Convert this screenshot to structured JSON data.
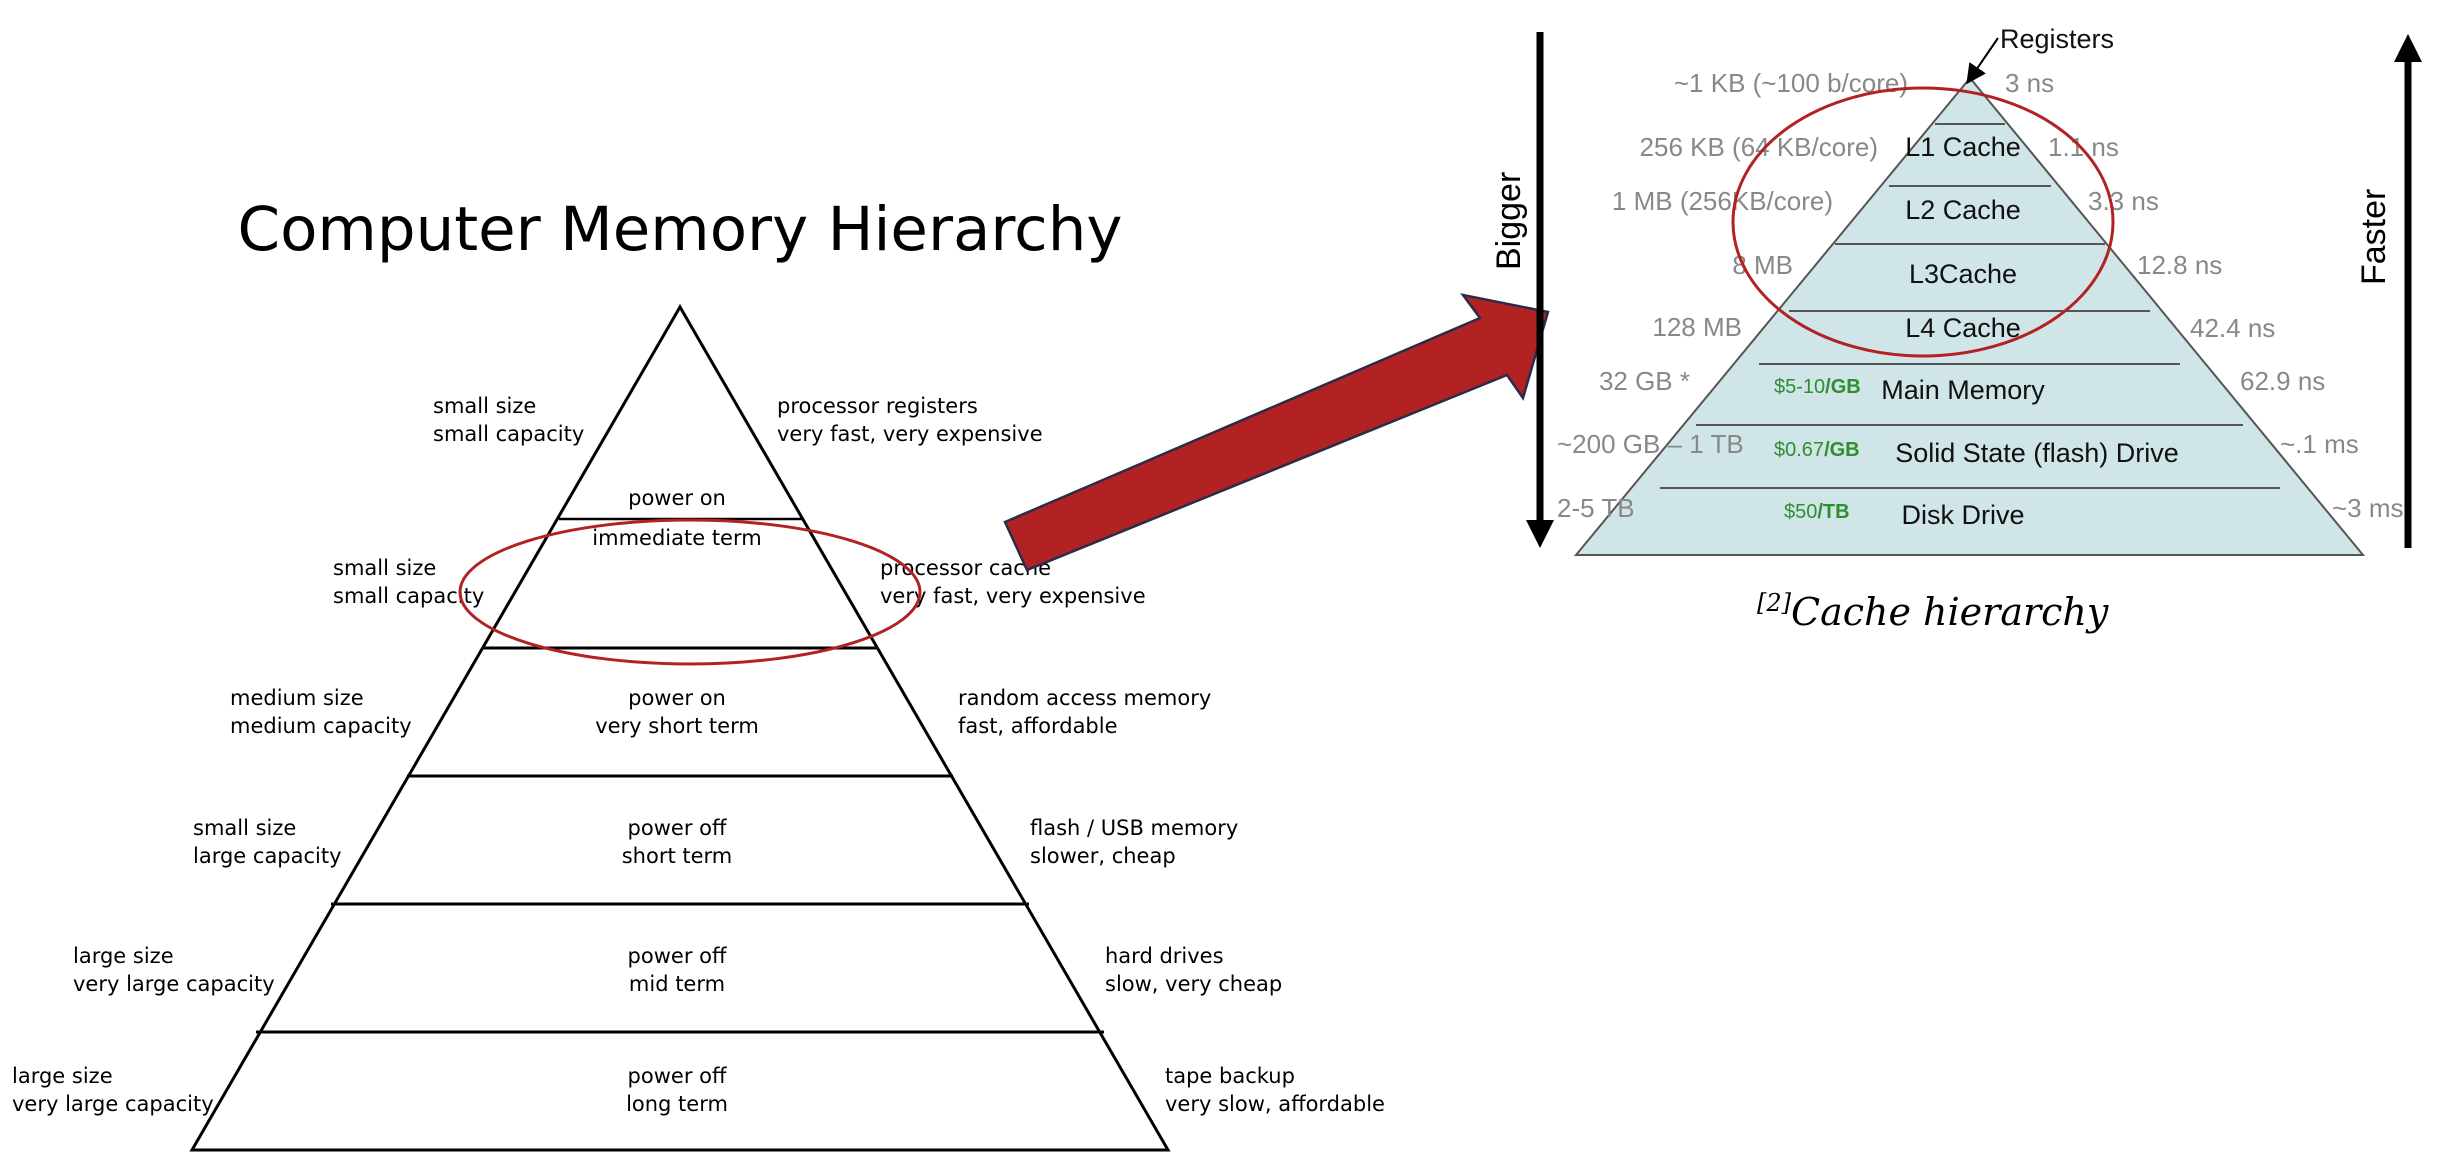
{
  "left_diagram": {
    "title": "Computer Memory Hierarchy",
    "top_left": [
      "small size",
      "small capacity"
    ],
    "top_right": [
      "processor registers",
      "very fast, very expensive"
    ],
    "tiers": [
      {
        "center": [
          "power on",
          "immediate term"
        ],
        "left": [
          "small size",
          "small capacity"
        ],
        "right": [
          "processor cache",
          "very fast, very expensive"
        ]
      },
      {
        "center": [
          "power on",
          "very short term"
        ],
        "left": [
          "medium size",
          "medium capacity"
        ],
        "right": [
          "random access memory",
          "fast, affordable"
        ]
      },
      {
        "center": [
          "power off",
          "short term"
        ],
        "left": [
          "small size",
          "large capacity"
        ],
        "right": [
          "flash / USB memory",
          "slower, cheap"
        ]
      },
      {
        "center": [
          "power off",
          "mid term"
        ],
        "left": [
          "large size",
          "very large capacity"
        ],
        "right": [
          "hard drives",
          "slow, very cheap"
        ]
      },
      {
        "center": [
          "power off",
          "long term"
        ],
        "left": [
          "large size",
          "very large capacity"
        ],
        "right": [
          "tape backup",
          "very slow, affordable"
        ]
      }
    ],
    "highlight_color": "#b22222"
  },
  "right_diagram": {
    "apex_label": "Registers",
    "left_axis_label": "Bigger",
    "right_axis_label": "Faster",
    "rows": [
      {
        "size": "~1 KB (~100 b/core)",
        "name": "",
        "price": "",
        "latency": "3 ns"
      },
      {
        "size": "256 KB (64 KB/core)",
        "name": "L1 Cache",
        "price": "",
        "latency": "1.1 ns"
      },
      {
        "size": "1 MB (256KB/core)",
        "name": "L2 Cache",
        "price": "",
        "latency": "3.3 ns"
      },
      {
        "size": "8 MB",
        "name": "L3Cache",
        "price": "",
        "latency": "12.8 ns"
      },
      {
        "size": "128 MB",
        "name": "L4 Cache",
        "price": "",
        "latency": "42.4 ns"
      },
      {
        "size": "32 GB *",
        "name": "Main Memory",
        "price_amount": "$5-10",
        "price_unit": "/GB",
        "latency": "62.9 ns"
      },
      {
        "size": "~200 GB – 1 TB",
        "name": "Solid State (flash) Drive",
        "price_amount": "$0.67",
        "price_unit": "/GB",
        "latency": "~.1 ms"
      },
      {
        "size": "2-5 TB",
        "name": "Disk Drive",
        "price_amount": "$50",
        "price_unit": "/TB",
        "latency": "~3 ms"
      }
    ],
    "caption_ref": "[2]",
    "caption": "Cache hierarchy",
    "fill_color": "#cfe5e8",
    "price_color": "#2f8f2f"
  },
  "arrow_color": "#b22222"
}
